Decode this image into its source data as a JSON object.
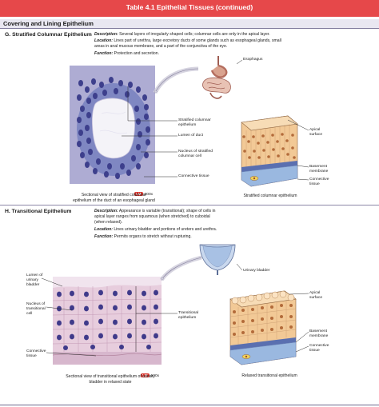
{
  "header": {
    "title": "Table 4.1   Epithelial Tissues (continued)"
  },
  "category": "Covering and Lining Epithelium",
  "section_g": {
    "heading": "G.  Stratified Columnar Epithelium",
    "desc_label": "Description:",
    "desc_text": " Several layers of irregularly shaped cells; columnar cells are only in the apical layer.",
    "loc_label": "Location:",
    "loc_line1": " Lines part of urethra, large excretory ducts of some glands such as esophageal glands, small",
    "loc_line2": "areas in anal mucous membrane, and a part of the conjunctiva of the eye.",
    "func_label": "Function:",
    "func_text": " Protection and secretion.",
    "organ_label": "Esophagus",
    "micro_labels": {
      "stratified": [
        "Stratified columnar",
        "epithelium"
      ],
      "lumen": "Lumen of duct",
      "nucleus": [
        "Nucleus of stratified",
        "columnar cell"
      ],
      "connective": "Connective tissue"
    },
    "magnification": "300x",
    "lm_badge": "LM",
    "micro_caption": [
      "Sectional view of stratified columnar",
      "epithelium of the duct of an esophageal gland"
    ],
    "diagram_labels": {
      "apical": [
        "Apical",
        "surface"
      ],
      "basement": [
        "Basement",
        "membrane"
      ],
      "connective": [
        "Connective",
        "tissue"
      ]
    },
    "diagram_caption": "Stratified columnar epithelium"
  },
  "section_h": {
    "heading": "H.  Transitional Epithelium",
    "desc_label": "Description:",
    "desc_line1": " Appearance is variable (transitional); shape of cells in",
    "desc_line2": "apical layer ranges from squamous (when stretched) to cuboidal",
    "desc_line3": "(when relaxed).",
    "loc_label": "Location:",
    "loc_text": " Lines urinary bladder and portions of ureters and urethra.",
    "func_label": "Function:",
    "func_text": " Permits organs to stretch without rupturing.",
    "organ_label": "Urinary bladder",
    "micro_labels": {
      "lumen": [
        "Lumen of",
        "urinary",
        "bladder"
      ],
      "nucleus": [
        "Nucleus of",
        "transitional",
        "cell"
      ],
      "connective": [
        "Connective",
        "tissue"
      ],
      "transitional": [
        "Transitional",
        "epithelium"
      ]
    },
    "magnification": "500x",
    "lm_badge": "LM",
    "micro_caption": [
      "Sectional view of transitional epithelium of urinary",
      "bladder in relaxed state"
    ],
    "diagram_labels": {
      "apical": [
        "Apical",
        "surface"
      ],
      "basement": [
        "Basement",
        "membrane"
      ],
      "connective": [
        "Connective",
        "tissue"
      ]
    },
    "diagram_caption": "Relaxed transitional epithelium"
  },
  "colors": {
    "banner": "#e6484a",
    "category_bar": "#e9e7f1",
    "micro_stain": "#8b92c6",
    "nucleus": "#3d3f8c",
    "cell_fill": "#f5cf9c",
    "cell_nucleus": "#b36b3a",
    "connective_blue": "#9ab8e0"
  }
}
